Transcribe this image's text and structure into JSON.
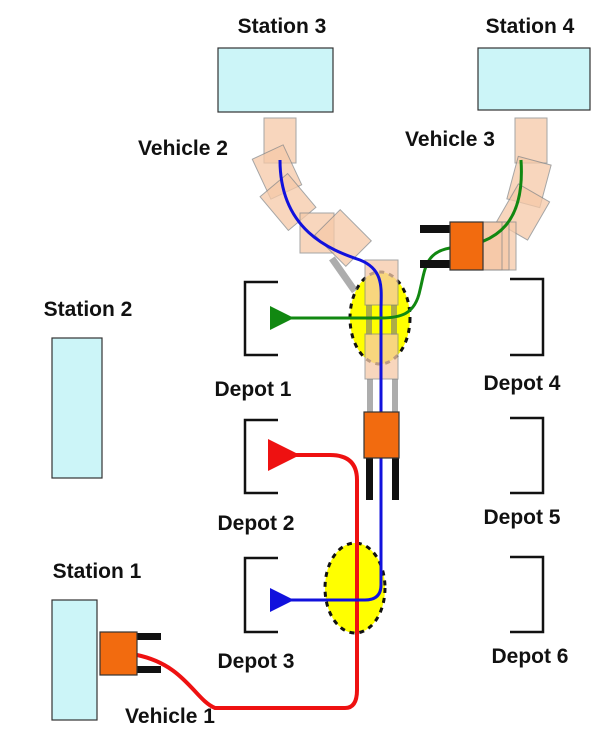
{
  "stations": [
    {
      "label": "Station 1"
    },
    {
      "label": "Station 2"
    },
    {
      "label": "Station 3"
    },
    {
      "label": "Station 4"
    }
  ],
  "depots": [
    {
      "label": "Depot 1"
    },
    {
      "label": "Depot 2"
    },
    {
      "label": "Depot 3"
    },
    {
      "label": "Depot 4"
    },
    {
      "label": "Depot 5"
    },
    {
      "label": "Depot 6"
    }
  ],
  "vehicles": [
    {
      "label": "Vehicle 1",
      "path_color": "#ee1111"
    },
    {
      "label": "Vehicle 2",
      "path_color": "#1111dd"
    },
    {
      "label": "Vehicle 3",
      "path_color": "#118811"
    }
  ],
  "colors": {
    "station": "#ccf5f8",
    "vehicle": "#f26b0f",
    "conflict_zone": "#ffff00"
  }
}
